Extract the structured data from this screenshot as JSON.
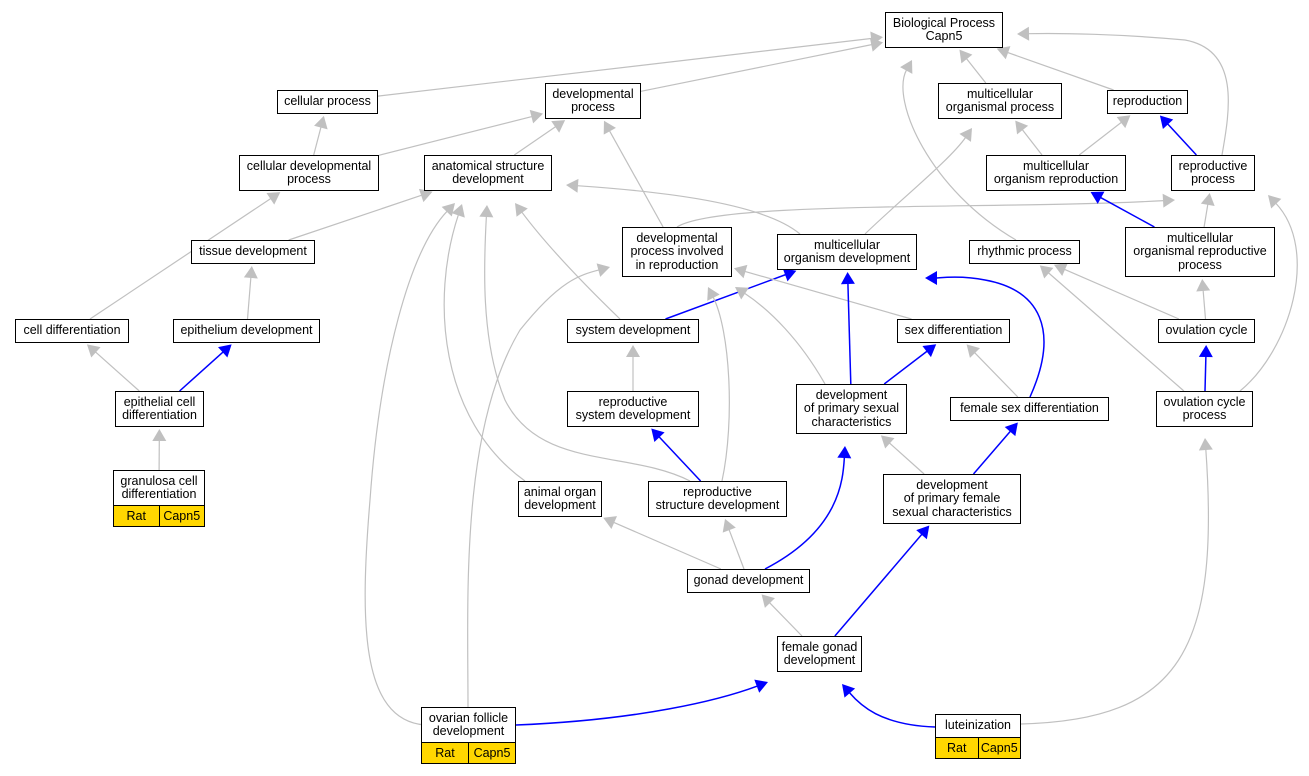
{
  "colors": {
    "is_a_edge": "#C0C0C0",
    "part_of_edge": "#0000FF",
    "annotation_fill": "#FFD700",
    "node_border": "#000000"
  },
  "nodes": {
    "bp": "Biological Process\nCapn5",
    "cellular_process": "cellular process",
    "developmental_process": "developmental\nprocess",
    "multicellular_organismal_process": "multicellular\norganismal process",
    "reproduction": "reproduction",
    "cellular_developmental_process": "cellular developmental\nprocess",
    "anatomical_structure_development": "anatomical structure\ndevelopment",
    "multicellular_organism_reproduction": "multicellular\norganism reproduction",
    "reproductive_process": "reproductive\nprocess",
    "tissue_development": "tissue development",
    "dev_process_reproduction": "developmental\nprocess involved\nin reproduction",
    "multicellular_organism_development": "multicellular\norganism development",
    "rhythmic_process": "rhythmic process",
    "multicellular_organismal_reproductive_process": "multicellular\norganismal reproductive\nprocess",
    "cell_differentiation": "cell differentiation",
    "epithelium_development": "epithelium development",
    "system_development": "system development",
    "sex_differentiation": "sex differentiation",
    "ovulation_cycle": "ovulation cycle",
    "epithelial_cell_differentiation": "epithelial cell\ndifferentiation",
    "reproductive_system_development": "reproductive\nsystem development",
    "dev_primary_sexual": "development\nof primary sexual\ncharacteristics",
    "female_sex_differentiation": "female sex differentiation",
    "ovulation_cycle_process": "ovulation cycle\nprocess",
    "granulosa_cell_differentiation": "granulosa cell\ndifferentiation",
    "animal_organ_development": "animal organ\ndevelopment",
    "reproductive_structure_development": "reproductive\nstructure development",
    "dev_primary_female_sexual": "development\nof primary female\nsexual characteristics",
    "gonad_development": "gonad development",
    "female_gonad_development": "female gonad\ndevelopment",
    "ovarian_follicle_development": "ovarian follicle\ndevelopment",
    "luteinization": "luteinization"
  },
  "annotations": {
    "granulosa_cell_differentiation": [
      "Rat",
      "Capn5"
    ],
    "ovarian_follicle_development": [
      "Rat",
      "Capn5"
    ],
    "luteinization": [
      "Rat",
      "Capn5"
    ]
  },
  "edges": [
    {
      "from": "cellular_process",
      "to": "bp",
      "type": "is_a"
    },
    {
      "from": "developmental_process",
      "to": "bp",
      "type": "is_a"
    },
    {
      "from": "multicellular_organismal_process",
      "to": "bp",
      "type": "is_a"
    },
    {
      "from": "reproduction",
      "to": "bp",
      "type": "is_a"
    },
    {
      "from": "reproductive_process",
      "to": "bp",
      "type": "is_a"
    },
    {
      "from": "rhythmic_process",
      "to": "bp",
      "type": "is_a"
    },
    {
      "from": "cellular_developmental_process",
      "to": "cellular_process",
      "type": "is_a"
    },
    {
      "from": "cellular_developmental_process",
      "to": "developmental_process",
      "type": "is_a"
    },
    {
      "from": "anatomical_structure_development",
      "to": "developmental_process",
      "type": "is_a"
    },
    {
      "from": "dev_process_reproduction",
      "to": "developmental_process",
      "type": "is_a"
    },
    {
      "from": "multicellular_organism_reproduction",
      "to": "multicellular_organismal_process",
      "type": "is_a"
    },
    {
      "from": "multicellular_organism_reproduction",
      "to": "reproduction",
      "type": "is_a"
    },
    {
      "from": "multicellular_organism_development",
      "to": "multicellular_organismal_process",
      "type": "is_a"
    },
    {
      "from": "reproductive_process",
      "to": "reproduction",
      "type": "part_of"
    },
    {
      "from": "multicellular_organism_development",
      "to": "anatomical_structure_development",
      "type": "is_a"
    },
    {
      "from": "tissue_development",
      "to": "anatomical_structure_development",
      "type": "is_a"
    },
    {
      "from": "system_development",
      "to": "anatomical_structure_development",
      "type": "is_a"
    },
    {
      "from": "animal_organ_development",
      "to": "anatomical_structure_development",
      "type": "is_a"
    },
    {
      "from": "reproductive_structure_development",
      "to": "anatomical_structure_development",
      "type": "is_a"
    },
    {
      "from": "ovarian_follicle_development",
      "to": "anatomical_structure_development",
      "type": "is_a"
    },
    {
      "from": "dev_process_reproduction",
      "to": "reproductive_process",
      "type": "is_a"
    },
    {
      "from": "multicellular_organismal_reproductive_process",
      "to": "reproductive_process",
      "type": "is_a"
    },
    {
      "from": "multicellular_organismal_reproductive_process",
      "to": "multicellular_organism_reproduction",
      "type": "part_of"
    },
    {
      "from": "ovulation_cycle_process",
      "to": "reproductive_process",
      "type": "is_a"
    },
    {
      "from": "epithelium_development",
      "to": "tissue_development",
      "type": "is_a"
    },
    {
      "from": "cell_differentiation",
      "to": "cellular_developmental_process",
      "type": "is_a"
    },
    {
      "from": "epithelial_cell_differentiation",
      "to": "cell_differentiation",
      "type": "is_a"
    },
    {
      "from": "epithelial_cell_differentiation",
      "to": "epithelium_development",
      "type": "part_of"
    },
    {
      "from": "granulosa_cell_differentiation",
      "to": "epithelial_cell_differentiation",
      "type": "is_a"
    },
    {
      "from": "system_development",
      "to": "multicellular_organism_development",
      "type": "part_of"
    },
    {
      "from": "sex_differentiation",
      "to": "dev_process_reproduction",
      "type": "is_a"
    },
    {
      "from": "dev_primary_sexual",
      "to": "dev_process_reproduction",
      "type": "is_a"
    },
    {
      "from": "reproductive_structure_development",
      "to": "dev_process_reproduction",
      "type": "is_a"
    },
    {
      "from": "ovarian_follicle_development",
      "to": "dev_process_reproduction",
      "type": "is_a"
    },
    {
      "from": "dev_primary_sexual",
      "to": "multicellular_organism_development",
      "type": "part_of"
    },
    {
      "from": "female_sex_differentiation",
      "to": "multicellular_organism_development",
      "type": "part_of"
    },
    {
      "from": "dev_primary_sexual",
      "to": "sex_differentiation",
      "type": "part_of"
    },
    {
      "from": "female_sex_differentiation",
      "to": "sex_differentiation",
      "type": "is_a"
    },
    {
      "from": "reproductive_system_development",
      "to": "system_development",
      "type": "is_a"
    },
    {
      "from": "reproductive_structure_development",
      "to": "reproductive_system_development",
      "type": "part_of"
    },
    {
      "from": "ovulation_cycle",
      "to": "rhythmic_process",
      "type": "is_a"
    },
    {
      "from": "ovulation_cycle_process",
      "to": "rhythmic_process",
      "type": "is_a"
    },
    {
      "from": "ovulation_cycle",
      "to": "multicellular_organismal_reproductive_process",
      "type": "is_a"
    },
    {
      "from": "ovulation_cycle_process",
      "to": "ovulation_cycle",
      "type": "part_of"
    },
    {
      "from": "gonad_development",
      "to": "animal_organ_development",
      "type": "is_a"
    },
    {
      "from": "gonad_development",
      "to": "reproductive_structure_development",
      "type": "is_a"
    },
    {
      "from": "gonad_development",
      "to": "dev_primary_sexual",
      "type": "part_of"
    },
    {
      "from": "dev_primary_female_sexual",
      "to": "dev_primary_sexual",
      "type": "is_a"
    },
    {
      "from": "dev_primary_female_sexual",
      "to": "female_sex_differentiation",
      "type": "part_of"
    },
    {
      "from": "female_gonad_development",
      "to": "gonad_development",
      "type": "is_a"
    },
    {
      "from": "female_gonad_development",
      "to": "dev_primary_female_sexual",
      "type": "part_of"
    },
    {
      "from": "ovarian_follicle_development",
      "to": "female_gonad_development",
      "type": "part_of"
    },
    {
      "from": "luteinization",
      "to": "female_gonad_development",
      "type": "part_of"
    },
    {
      "from": "luteinization",
      "to": "ovulation_cycle_process",
      "type": "is_a"
    }
  ]
}
